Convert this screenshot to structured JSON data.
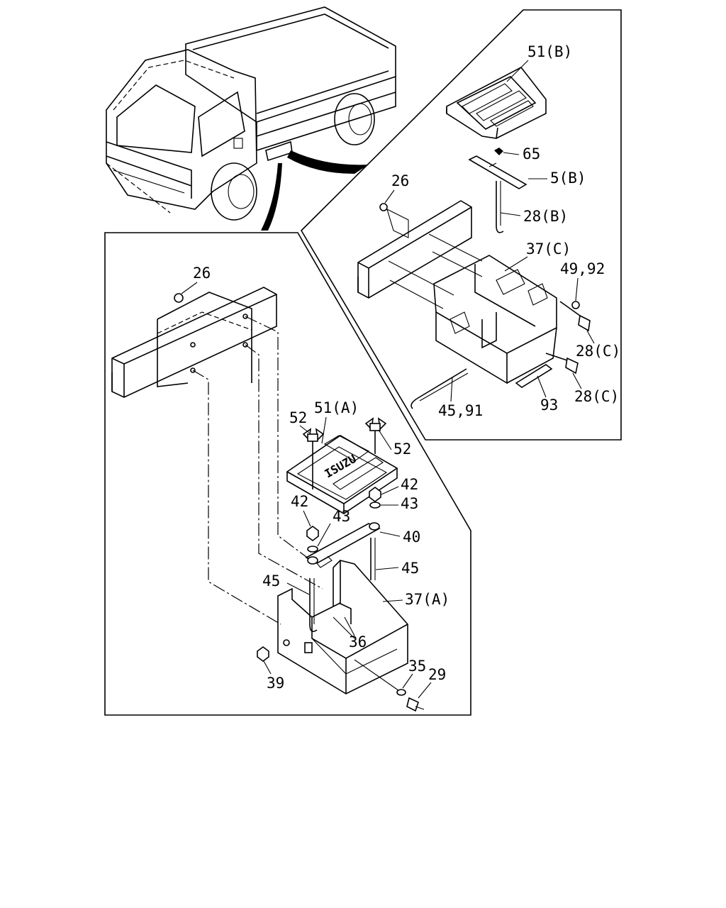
{
  "diagram": {
    "callouts": {
      "top_inset": {
        "c51b": "51(B)",
        "c65": "65",
        "c5b": "5(B)",
        "c26": "26",
        "c28b": "28(B)",
        "c37c": "37(C)",
        "c4992": "49,92",
        "c28c_1": "28(C)",
        "c28c_2": "28(C)",
        "c4591": "45,91",
        "c93": "93"
      },
      "bottom_inset": {
        "c26": "26",
        "c51a": "51(A)",
        "c52_left": "52",
        "c52_right": "52",
        "c42_left": "42",
        "c42_right": "42",
        "c43_left": "43",
        "c43_right": "43",
        "c40": "40",
        "c45_left": "45",
        "c45_right": "45",
        "c37a": "37(A)",
        "c36": "36",
        "c39": "39",
        "c35": "35",
        "c29": "29"
      }
    },
    "cover_embossed_text": "ISUZU"
  }
}
